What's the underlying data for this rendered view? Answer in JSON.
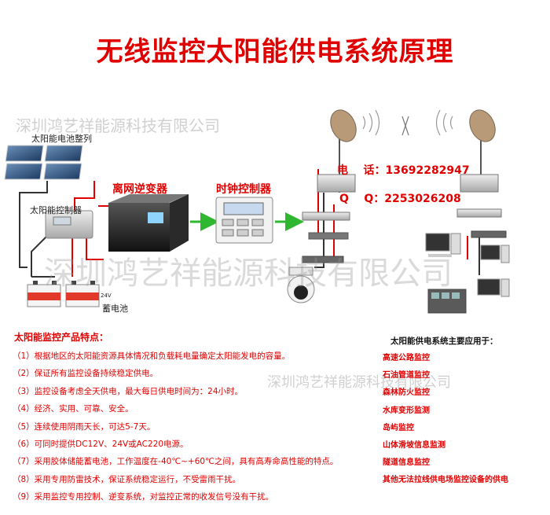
{
  "title": "无线监控太阳能供电系统原理",
  "watermark": "深圳鸿艺祥能源科技有限公司",
  "diagram": {
    "solar_array_label": "太阳能电池整列",
    "controller_label": "太阳能控制器",
    "inverter_label": "离网逆变器",
    "timer_label": "时钟控制器",
    "battery_label": "蓄电池",
    "battery_voltage": "24V",
    "phone": "电    话：13692282947",
    "qq": "Q    Q：2253026208"
  },
  "features": {
    "title": "太阳能监控产品特点：",
    "items": [
      "（1）根据地区的太阳能资源具体情况和负载耗电量确定太阳能发电的容量。",
      "（2）保证所有监控设备持续稳定供电。",
      "（3）监控设备考虑全天供电，最大每日供电时间为：24小时。",
      "（4）经济、实用、可靠、安全。",
      "（5）连续使用阴雨天长，可达5-7天。",
      "（6）可同时提供DC12V、24V或AC220电源。",
      "（7）采用胶体储能蓄电池，工作温度在-40℃~+60℃之间，具有高寿命高性能的特点。",
      "（8）采用专用防雷技术，保证系统稳定运行，不受雷雨干扰。",
      "（9）采用监控专用控制、逆变系统，对监控正常的收发信号没有干扰。"
    ]
  },
  "applications": {
    "title": "太阳能供电系统主要应用于：",
    "items": [
      "高速公路监控",
      "石油管道监控",
      "森林防火监控",
      "水库变形监测",
      "岛屿监控",
      "山体滑坡信息监测",
      "隧道信息监控",
      "其他无法拉线供电场监控设备的供电"
    ]
  },
  "colors": {
    "title_red": "#e10000",
    "arrow_green": "#2fb82f",
    "wire_red": "#e00000",
    "wire_dark": "#333333"
  }
}
